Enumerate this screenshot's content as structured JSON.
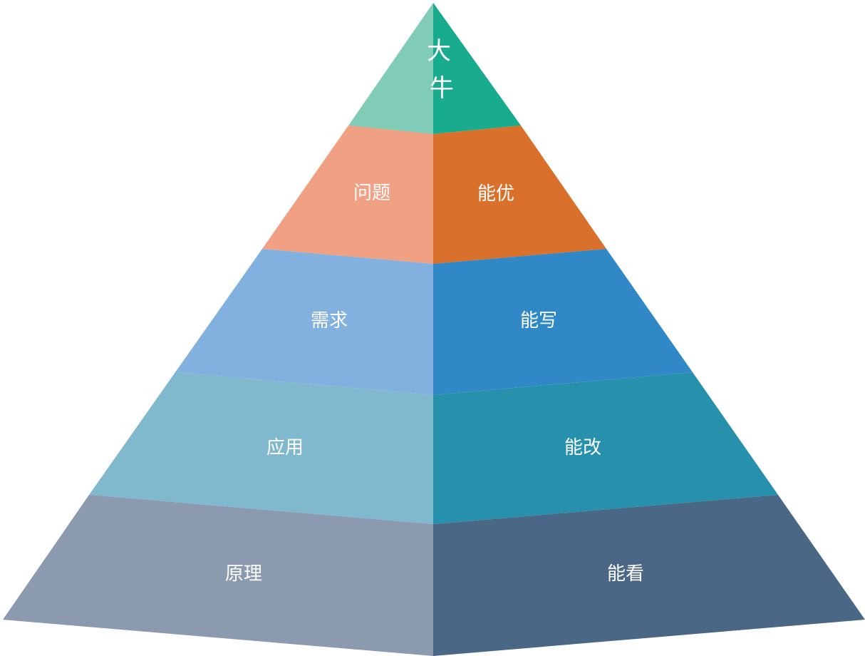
{
  "diagram": {
    "type": "pyramid",
    "levels": [
      {
        "name": "top",
        "left": {
          "label": "",
          "color": "#80ccb7"
        },
        "right": {
          "label": "",
          "color": "#19ab8e"
        },
        "vertical_label": [
          "大",
          "牛"
        ]
      },
      {
        "name": "level-2",
        "left": {
          "label": "问题",
          "color": "#f0a083"
        },
        "right": {
          "label": "能优",
          "color": "#d9702c"
        }
      },
      {
        "name": "level-3",
        "left": {
          "label": "需求",
          "color": "#82b1e0"
        },
        "right": {
          "label": "能写",
          "color": "#3088c7"
        }
      },
      {
        "name": "level-4",
        "left": {
          "label": "应用",
          "color": "#80b8cd"
        },
        "right": {
          "label": "能改",
          "color": "#2790ad"
        }
      },
      {
        "name": "base",
        "left": {
          "label": "原理",
          "color": "#8c9ab0"
        },
        "right": {
          "label": "能看",
          "color": "#4a6785"
        }
      }
    ]
  }
}
